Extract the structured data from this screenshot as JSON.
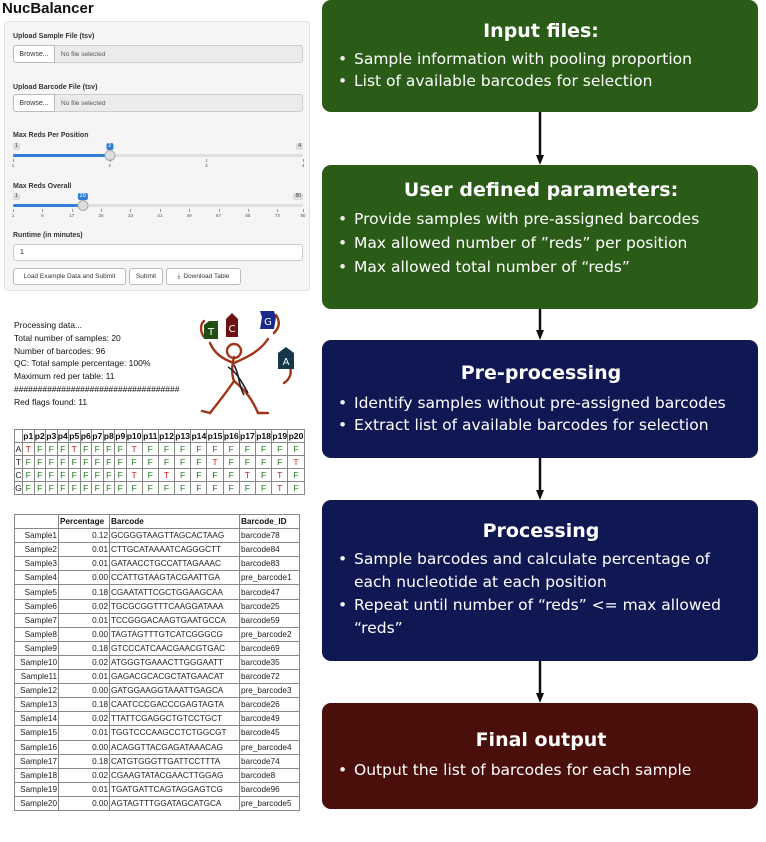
{
  "app": {
    "title": "NucBalancer",
    "upload_sample_label": "Upload Sample File (tsv)",
    "upload_barcode_label": "Upload Barcode File (tsv)",
    "browse_label": "Browse...",
    "no_file_text": "No file selected",
    "max_reds_position_label": "Max Reds Per Position",
    "max_reds_position": {
      "min": 1,
      "max": 4,
      "value": 2,
      "ticks": [
        "1",
        "2",
        "3",
        "4"
      ]
    },
    "max_reds_overall_label": "Max Reds Overall",
    "max_reds_overall": {
      "min": 1,
      "max": 80,
      "value": 20,
      "ticks": [
        "1",
        "9",
        "17",
        "25",
        "33",
        "41",
        "49",
        "57",
        "65",
        "73",
        "80"
      ]
    },
    "runtime_label": "Runtime (in minutes)",
    "runtime_value": "1",
    "load_example_label": "Load Example Data and Submit",
    "submit_label": "Submit",
    "download_label": "Download Table"
  },
  "log": [
    "Processing data...",
    "Total number of samples: 20",
    "Number of barcodes: 96",
    "QC: Total sample percentage: 100%",
    "Maximum red per table: 11",
    "###################################",
    "Red flags found: 11"
  ],
  "mascot": {
    "letters": [
      "T",
      "C",
      "G",
      "A"
    ],
    "colors": [
      "#1f4d12",
      "#6b1210",
      "#1a2a8a",
      "#16364a"
    ]
  },
  "nuc_table": {
    "positions": [
      "p1",
      "p2",
      "p3",
      "p4",
      "p5",
      "p6",
      "p7",
      "p8",
      "p9",
      "p10",
      "p11",
      "p12",
      "p13",
      "p14",
      "p15",
      "p16",
      "p17",
      "p18",
      "p19",
      "p20"
    ],
    "rows": [
      {
        "nuc": "A",
        "flags": [
          "T",
          "F",
          "F",
          "F",
          "T",
          "F",
          "F",
          "F",
          "F",
          "T",
          "F",
          "F",
          "F",
          "F",
          "F",
          "F",
          "F",
          "F",
          "F",
          "F"
        ]
      },
      {
        "nuc": "T",
        "flags": [
          "F",
          "F",
          "F",
          "F",
          "F",
          "F",
          "F",
          "F",
          "F",
          "F",
          "F",
          "F",
          "F",
          "F",
          "T",
          "F",
          "F",
          "F",
          "F",
          "T"
        ]
      },
      {
        "nuc": "C",
        "flags": [
          "F",
          "F",
          "F",
          "F",
          "F",
          "F",
          "F",
          "F",
          "F",
          "T",
          "F",
          "T",
          "F",
          "F",
          "F",
          "F",
          "T",
          "F",
          "T",
          "F"
        ]
      },
      {
        "nuc": "G",
        "flags": [
          "F",
          "F",
          "F",
          "F",
          "F",
          "F",
          "F",
          "F",
          "F",
          "F",
          "F",
          "F",
          "F",
          "F",
          "F",
          "F",
          "F",
          "F",
          "T",
          "F"
        ]
      }
    ]
  },
  "sample_table": {
    "headers": [
      "",
      "Percentage",
      "Barcode",
      "Barcode_ID"
    ],
    "rows": [
      [
        "Sample1",
        "0.12",
        "GCGGGTAAGTTAGCACTAAG",
        "barcode78"
      ],
      [
        "Sample2",
        "0.01",
        "CTTGCATAAAATCAGGGCTT",
        "barcode84"
      ],
      [
        "Sample3",
        "0.01",
        "GATAACCTGCCATTAGAAAC",
        "barcode83"
      ],
      [
        "Sample4",
        "0.00",
        "CCATTGTAAGTACGAATTGA",
        "pre_barcode1"
      ],
      [
        "Sample5",
        "0.18",
        "CGAATATTCGCTGGAAGCAA",
        "barcode47"
      ],
      [
        "Sample6",
        "0.02",
        "TGCGCGGTTTCAAGGATAAA",
        "barcode25"
      ],
      [
        "Sample7",
        "0.01",
        "TCCGGGACAAGTGAATGCCA",
        "barcode59"
      ],
      [
        "Sample8",
        "0.00",
        "TAGTAGTTTGTCATCGGGCG",
        "pre_barcode2"
      ],
      [
        "Sample9",
        "0.18",
        "GTCCCATCAACGAACGTGAC",
        "barcode69"
      ],
      [
        "Sample10",
        "0.02",
        "ATGGGTGAAACTTGGGAATT",
        "barcode35"
      ],
      [
        "Sample11",
        "0.01",
        "GAGACGCACGCTATGAACAT",
        "barcode72"
      ],
      [
        "Sample12",
        "0.00",
        "GATGGAAGGTAAATTGAGCA",
        "pre_barcode3"
      ],
      [
        "Sample13",
        "0.18",
        "CAATCCCGACCCGAGTAGTA",
        "barcode26"
      ],
      [
        "Sample14",
        "0.02",
        "TTATTCGAGGCTGTCCTGCT",
        "barcode49"
      ],
      [
        "Sample15",
        "0.01",
        "TGGTCCCAAGCCTCTGGCGT",
        "barcode45"
      ],
      [
        "Sample16",
        "0.00",
        "ACAGGTTACGAGATAAACAG",
        "pre_barcode4"
      ],
      [
        "Sample17",
        "0.18",
        "CATGTGGGTTGATTCCTTTA",
        "barcode74"
      ],
      [
        "Sample18",
        "0.02",
        "CGAAGTATACGAACTTGGAG",
        "barcode8"
      ],
      [
        "Sample19",
        "0.01",
        "TGATGATTCAGTAGGAGTCG",
        "barcode96"
      ],
      [
        "Sample20",
        "0.00",
        "AGTAGTTTGGATAGCATGCA",
        "pre_barcode5"
      ]
    ]
  },
  "flow": {
    "input": {
      "title": "Input files:",
      "bullets": [
        "Sample information with pooling proportion",
        "List of available barcodes for selection"
      ]
    },
    "params": {
      "title": "User defined parameters:",
      "bullets": [
        "Provide samples with pre-assigned barcodes",
        "Max allowed number of ”reds” per position",
        "Max allowed total number of “reds”"
      ]
    },
    "preproc": {
      "title": "Pre-processing",
      "bullets": [
        "Identify samples without pre-assigned barcodes",
        "Extract list of available barcodes for selection"
      ]
    },
    "proc": {
      "title": "Processing",
      "bullets": [
        "Sample barcodes and calculate percentage of each nucleotide at each position",
        "Repeat until number of “reds” <= max allowed “reds”"
      ]
    },
    "final": {
      "title": "Final output",
      "bullets": [
        "Output the list of barcodes for each sample"
      ]
    }
  },
  "colors": {
    "green_box": "#2a5c18",
    "navy_box": "#101854",
    "maroon_box": "#4a0f0a",
    "flag_F": "#1c7a1c",
    "flag_T": "#c91d1d",
    "slider_accent": "#2f7ed8"
  }
}
